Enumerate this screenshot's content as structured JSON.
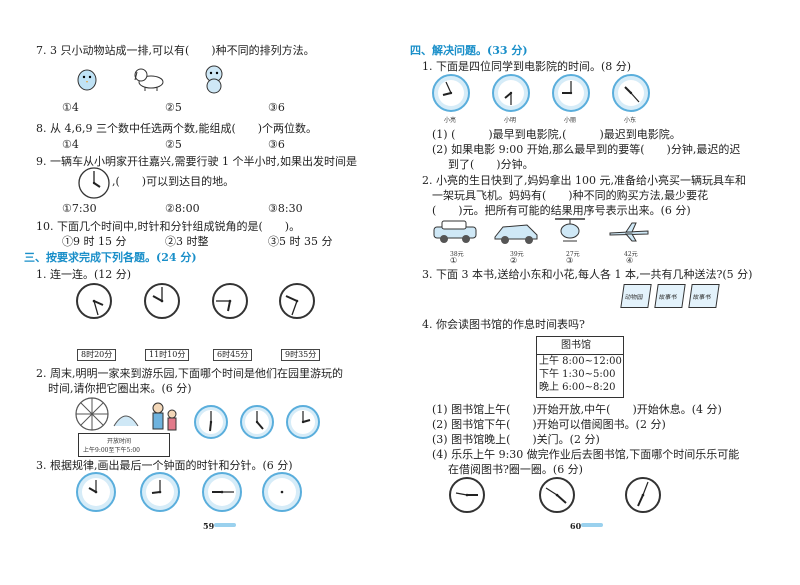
{
  "left": {
    "q7": "7. 3 只小动物站成一排,可以有(　　)种不同的排列方法。",
    "q7_opts": [
      "①4",
      "②5",
      "③6"
    ],
    "q8": "8. 从 4,6,9 三个数中任选两个数,能组成(　　)个两位数。",
    "q8_opts": [
      "①4",
      "②5",
      "③6"
    ],
    "q9a": "9. 一辆车从小明家开往嘉兴,需要行驶 1 个半小时,如果出发时间是",
    "q9b": ",(　　)可以到达目的地。",
    "q9_opts": [
      "①7:30",
      "②8:00",
      "③8:30"
    ],
    "q10": "10. 下面几个时间中,时针和分针组成锐角的是(　　)。",
    "q10_opts": [
      "①9 时 15 分",
      "②3 时整",
      "③5 时 35 分"
    ],
    "sec3": "三、按要求完成下列各题。(24 分)",
    "s1": "1. 连一连。(12 分)",
    "s1_tags": [
      "8时20分",
      "11时10分",
      "6时45分",
      "9时35分"
    ],
    "s2a": "2. 周末,明明一家来到游乐园,下面哪个时间是他们在园里游玩的",
    "s2b": "时间,请你把它圈出来。(6 分)",
    "sign1": "开放时间",
    "sign2": "上午9:00至下午5:00",
    "s3": "3. 根据规律,画出最后一个钟面的时针和分针。(6 分)",
    "page_no": "59"
  },
  "right": {
    "sec4": "四、解决问题。(33 分)",
    "r1": "1. 下面是四位同学到电影院的时间。(8 分)",
    "r1_names": [
      "小亮",
      "小明",
      "小丽",
      "小东"
    ],
    "r1a": "(1) (　　　)最早到电影院,(　　　)最迟到电影院。",
    "r1b": "(2) 如果电影 9:00 开始,那么最早到的要等(　　)分钟,最迟的迟",
    "r1c": "到了(　　)分钟。",
    "r2a": "2. 小亮的生日快到了,妈妈拿出 100 元,准备给小亮买一辆玩具车和",
    "r2b": "一架玩具飞机。妈妈有(　　)种不同的购买方法,最少要花",
    "r2c": "(　　)元。把所有可能的结果用序号表示出来。(6 分)",
    "toy_prices": [
      "38元",
      "39元",
      "27元",
      "42元"
    ],
    "toy_nums": [
      "①",
      "②",
      "③",
      "④"
    ],
    "r3": "3. 下面 3 本书,送给小东和小花,每人各 1 本,一共有几种送法?(5 分)",
    "books": [
      "动物园",
      "故事书",
      "故事书"
    ],
    "r4": "4. 你会读图书馆的作息时间表吗?",
    "lib_title": "图书馆",
    "lib_rows": [
      "上午 8:00~12:00",
      "下午 1:30~5:00",
      "晚上 6:00~8:20"
    ],
    "r4_1": "(1) 图书馆上午(　　)开始开放,中午(　　)开始休息。(4 分)",
    "r4_2": "(2) 图书馆下午(　　)开始可以借阅图书。(2 分)",
    "r4_3": "(3) 图书馆晚上(　　)关门。(2 分)",
    "r4_4a": "(4) 乐乐上午 9:30 做完作业后去图书馆,下面哪个时间乐乐可能",
    "r4_4b": "在借阅图书?圈一圈。(6 分)",
    "page_no": "60"
  },
  "colors": {
    "accent": "#1a8fc9",
    "clock_face": "#d6ecf8",
    "clock_ring": "#5aaedc"
  }
}
